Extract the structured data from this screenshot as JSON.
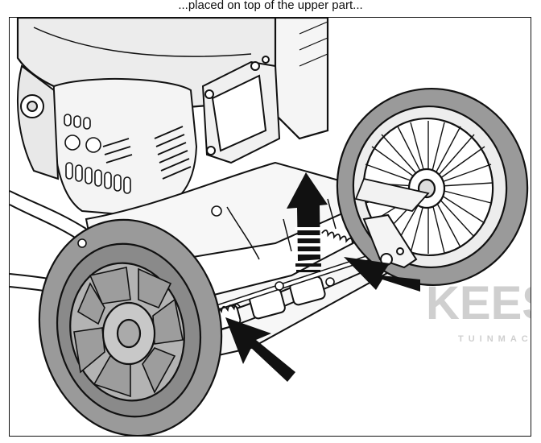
{
  "figure": {
    "header_fragment": "...placed on top of the upper part...",
    "watermark": {
      "main_text": "KEES VA",
      "sub_text": "TUINMACH"
    },
    "colors": {
      "line": "#111111",
      "wheel_fill": "#9a9a9a",
      "engine_fill": "#ececec",
      "arrow_fill": "#111111",
      "watermark": "#cfcfcf",
      "background": "#ffffff"
    }
  }
}
